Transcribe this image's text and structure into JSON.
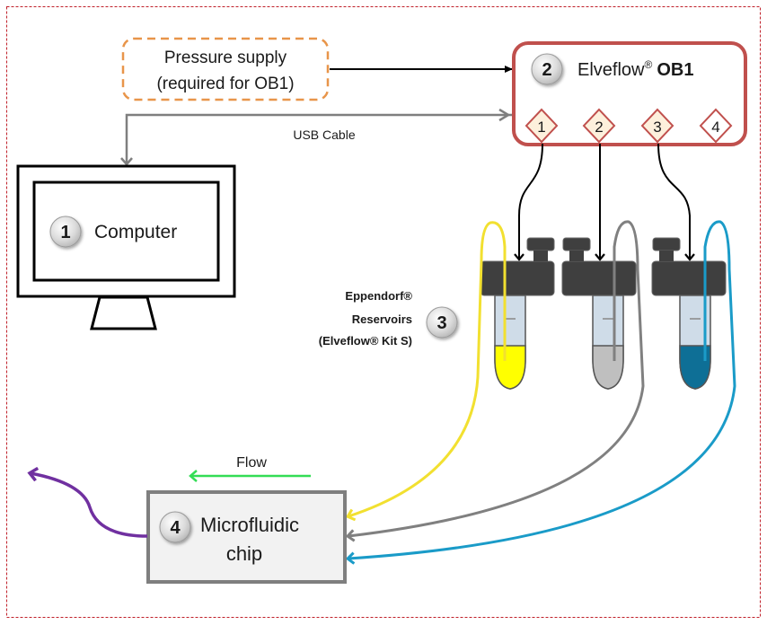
{
  "title": "Elveflow OB1 pressure-driven flow setup",
  "colors": {
    "frame": "#c0202a",
    "pressure_border": "#e8954a",
    "ob1_border": "#c0504d",
    "port_fill": "#fdf0dc",
    "usb_cable": "#7f7f7f",
    "yellow_line": "#f2e030",
    "gray_line": "#808080",
    "blue_line": "#1a9bc8",
    "flow_arrow": "#33dd55",
    "outlet": "#7030a0",
    "chip_fill": "#f2f2f2",
    "chip_border": "#7f7f7f",
    "cap": "#3f3f3f",
    "yellow_liquid": "#ffff00",
    "gray_liquid": "#bfbfbf",
    "blue_liquid": "#0e6f96",
    "tube_body": "#cfdce8"
  },
  "pressure_supply": {
    "line1": "Pressure supply",
    "line2": "(required for OB1)"
  },
  "ob1": {
    "badge": "2",
    "brand": "Elveflow",
    "reg": "®",
    "model": "OB1",
    "ports": [
      "1",
      "2",
      "3",
      "4"
    ]
  },
  "usb": {
    "label": "USB Cable"
  },
  "computer": {
    "badge": "1",
    "label": "Computer"
  },
  "reservoirs": {
    "badge": "3",
    "line1": "Eppendorf®",
    "line2": "Reservoirs",
    "line3": "(Elveflow® Kit S)",
    "liquids": [
      "yellow",
      "gray",
      "blue"
    ]
  },
  "flow": {
    "label": "Flow"
  },
  "chip": {
    "badge": "4",
    "line1": "Microfluidic",
    "line2": "chip"
  }
}
